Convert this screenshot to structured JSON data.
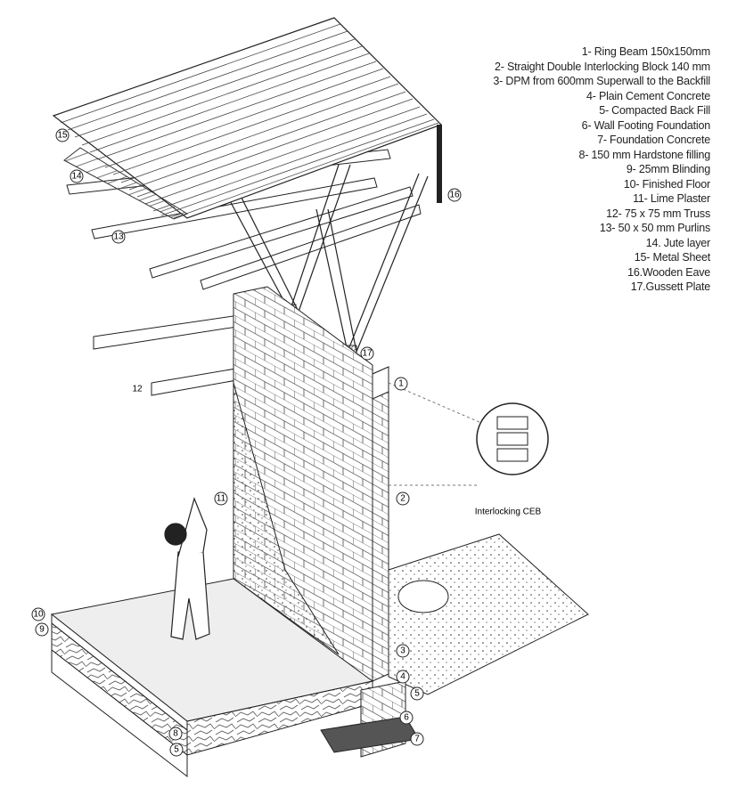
{
  "legend": [
    "1- Ring Beam  150x150mm",
    "2- Straight Double Interlocking Block 140 mm",
    "3- DPM from 600mm Superwall to the Backfill",
    "4- Plain Cement Concrete",
    "5- Compacted Back Fill",
    "6- Wall Footing Foundation",
    "7- Foundation Concrete",
    "8- 150 mm Hardstone filling",
    "9- 25mm Blinding",
    "10- Finished Floor",
    "11- Lime Plaster",
    "12- 75 x 75 mm Truss",
    "13- 50 x 50 mm Purlins",
    "14. Jute layer",
    "15- Metal Sheet",
    "16.Wooden Eave",
    "17.Gussett Plate"
  ],
  "callouts": {
    "c1": "1",
    "c2": "2",
    "c3": "3",
    "c4": "4",
    "c5a": "5",
    "c5b": "5",
    "c6": "6",
    "c7": "7",
    "c8": "8",
    "c9": "9",
    "c10": "10",
    "c11": "11",
    "c12": "12",
    "c13": "13",
    "c14": "14",
    "c15": "15",
    "c16": "16",
    "c17": "17"
  },
  "detail_label": "Interlocking CEB"
}
